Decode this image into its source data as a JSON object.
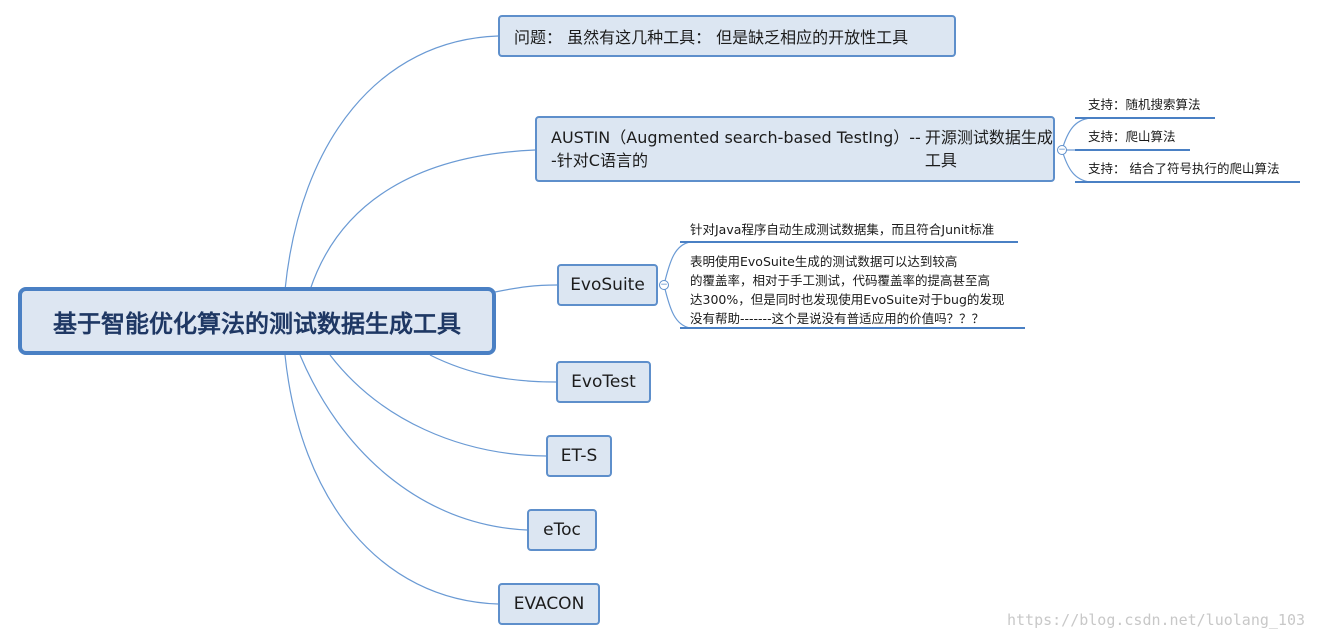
{
  "root": {
    "label": "基于智能优化算法的测试数据生成工具"
  },
  "topics": {
    "problem": "问题：  虽然有这几种工具：  但是缺乏相应的开放性工具",
    "austin_line1": "AUSTIN（Augmented search-based TestIng）---针对C语言的",
    "austin_line2": "开源测试数据生成工具",
    "evosuite": "EvoSuite",
    "evotest": "EvoTest",
    "ets": "ET-S",
    "etoc": "eToc",
    "evacon": "EVACON"
  },
  "austin_notes": [
    "支持：随机搜索算法",
    "支持：爬山算法",
    "支持：  结合了符号执行的爬山算法"
  ],
  "evosuite_notes": {
    "note1": "针对Java程序自动生成测试数据集，而且符合Junit标准",
    "note2_lines": [
      "表明使用EvoSuite生成的测试数据可以达到较高",
      "的覆盖率，相对于手工测试，代码覆盖率的提高甚至高",
      "达300%，但是同时也发现使用EvoSuite对于bug的发现",
      "没有帮助-------这个是说没有普适应用的价值吗？？？"
    ]
  },
  "toggle_symbol": "−",
  "watermark": "https://blog.csdn.net/luolang_103",
  "colors": {
    "node_fill": "#dce6f2",
    "node_border": "#5e8fcb",
    "line": "#6a9ad4",
    "root_text": "#1f3864"
  }
}
